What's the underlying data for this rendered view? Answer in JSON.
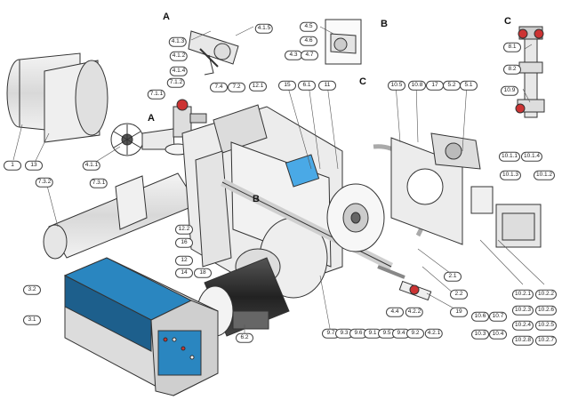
{
  "section_labels": {
    "a1": "A",
    "a2": "A",
    "b1": "B",
    "b2": "B",
    "c1": "C",
    "c2": "C"
  },
  "callouts": [
    "4.1.3",
    "4.1.2",
    "4.1.4",
    "4.1.5",
    "4.5",
    "4.6",
    "4.3",
    "4.7",
    "8.1",
    "8.2",
    "10.9",
    "7.1.2",
    "7.1.1",
    "7.4",
    "7.2",
    "12.1",
    "15",
    "6.1",
    "11",
    "10.5",
    "10.8",
    "17",
    "5.2",
    "5.1",
    "1",
    "13",
    "4.1.1",
    "7.3.1",
    "7.3.2",
    "10.1.1",
    "10.1.4",
    "10.1.3",
    "10.1.2",
    "12.2",
    "16",
    "12",
    "14",
    "18",
    "3.2",
    "3.1",
    "6.2",
    "2.1",
    "2.2",
    "19",
    "4.4",
    "4.2.2",
    "9.7",
    "9.3",
    "9.6",
    "9.1",
    "9.5",
    "9.4",
    "9.2",
    "4.2.1",
    "10.6",
    "10.3",
    "10.7",
    "10.4",
    "10.2.1",
    "10.2.3",
    "10.2.4",
    "10.2.8",
    "10.2.2",
    "10.2.6",
    "10.2.5",
    "10.2.7"
  ],
  "colors": {
    "panel_blue": "#2a86c0",
    "panel_dark": "#1d5f8c",
    "window_blue": "#4aa9e6",
    "line": "#333333"
  }
}
